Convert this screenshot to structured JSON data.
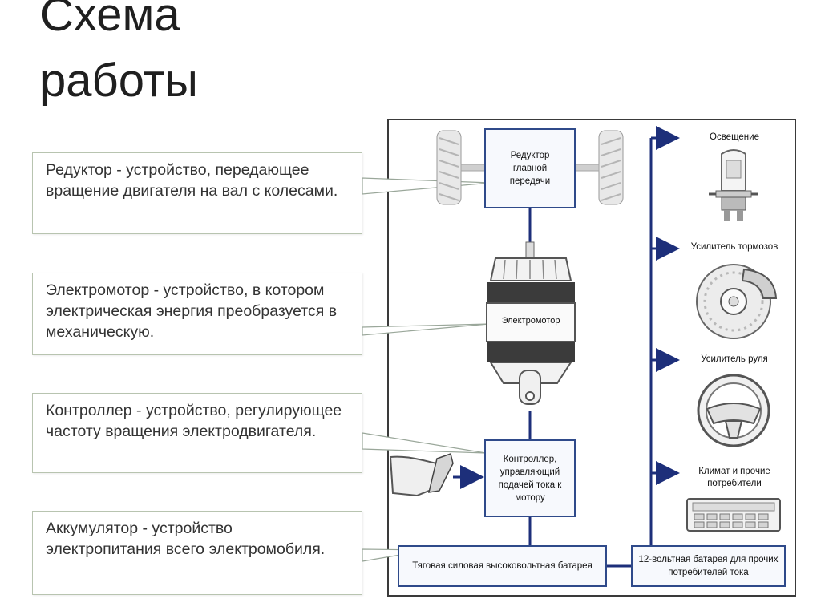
{
  "title": {
    "line1": "Схема",
    "line2": "работы"
  },
  "callouts": [
    {
      "text": "Редуктор - устройство, передающее вращение двигателя на вал с колесами."
    },
    {
      "text": "Электромотор - устройство, в котором электрическая энергия преобразуется в механическую."
    },
    {
      "text": "Контроллер - устройство, регулирующее частоту вращения электродвигателя."
    },
    {
      "text": "Аккумулятор - устройство электропитания всего электромобиля."
    }
  ],
  "diagram": {
    "reducer": "Редуктор главной передачи",
    "motor": "Электромотор",
    "controller": "Контроллер, управляющий подачей тока к мотору",
    "hv_battery": "Тяговая силовая высоковольтная батарея",
    "lv_battery": "12-вольтная батарея для прочих потребителей тока",
    "consumers": [
      {
        "label": "Освещение",
        "icon": "headlight-bulb-icon"
      },
      {
        "label": "Усилитель тормозов",
        "icon": "brake-disc-icon"
      },
      {
        "label": "Усилитель руля",
        "icon": "steering-wheel-icon"
      },
      {
        "label": "Климат и прочие потребители",
        "icon": "climate-panel-icon"
      }
    ]
  },
  "colors": {
    "line": "#1d2f7a",
    "block_border": "#2f4a8a",
    "callout_border": "#b8c4b0"
  }
}
